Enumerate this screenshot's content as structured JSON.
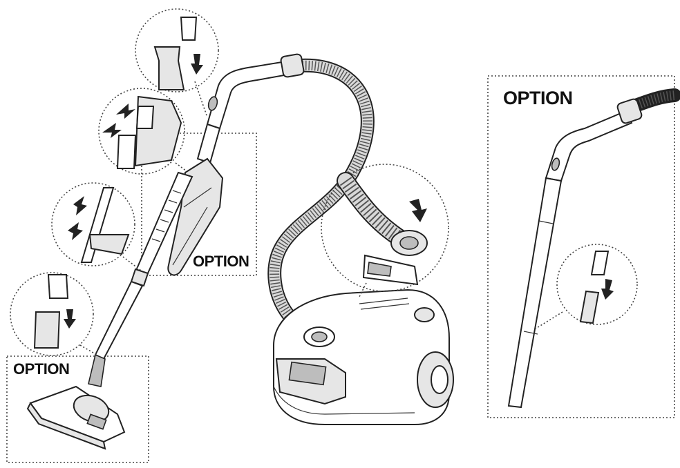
{
  "labels": {
    "main_option": "OPTION",
    "nozzle_option": "OPTION",
    "right_option": "OPTION"
  },
  "colors": {
    "line": "#222222",
    "fill_light": "#e6e6e6",
    "fill_dark": "#bdbdbd",
    "background": "#ffffff"
  }
}
